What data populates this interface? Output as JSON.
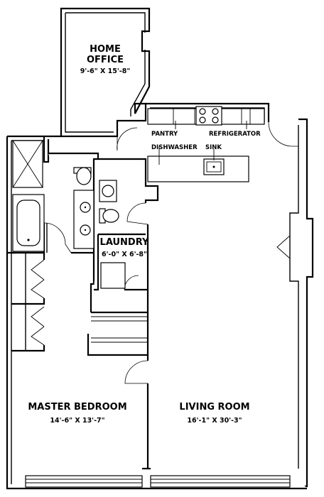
{
  "rooms": {
    "home_office": {
      "name_line1": "HOME",
      "name_line2": "OFFICE",
      "dims": "9'-6\" X 15'-8\""
    },
    "laundry": {
      "name": "LAUNDRY",
      "dims": "6'-0\" X 6'-8\""
    },
    "master_bedroom": {
      "name": "MASTER BEDROOM",
      "dims": "14'-6\" X 13'-7\""
    },
    "living_room": {
      "name": "LIVING ROOM",
      "dims": "16'-1\" X 30'-3\""
    }
  },
  "fixtures": {
    "pantry": "PANTRY",
    "refrigerator": "REFRIGERATOR",
    "dishwasher": "DISHWASHER",
    "sink": "SINK"
  }
}
